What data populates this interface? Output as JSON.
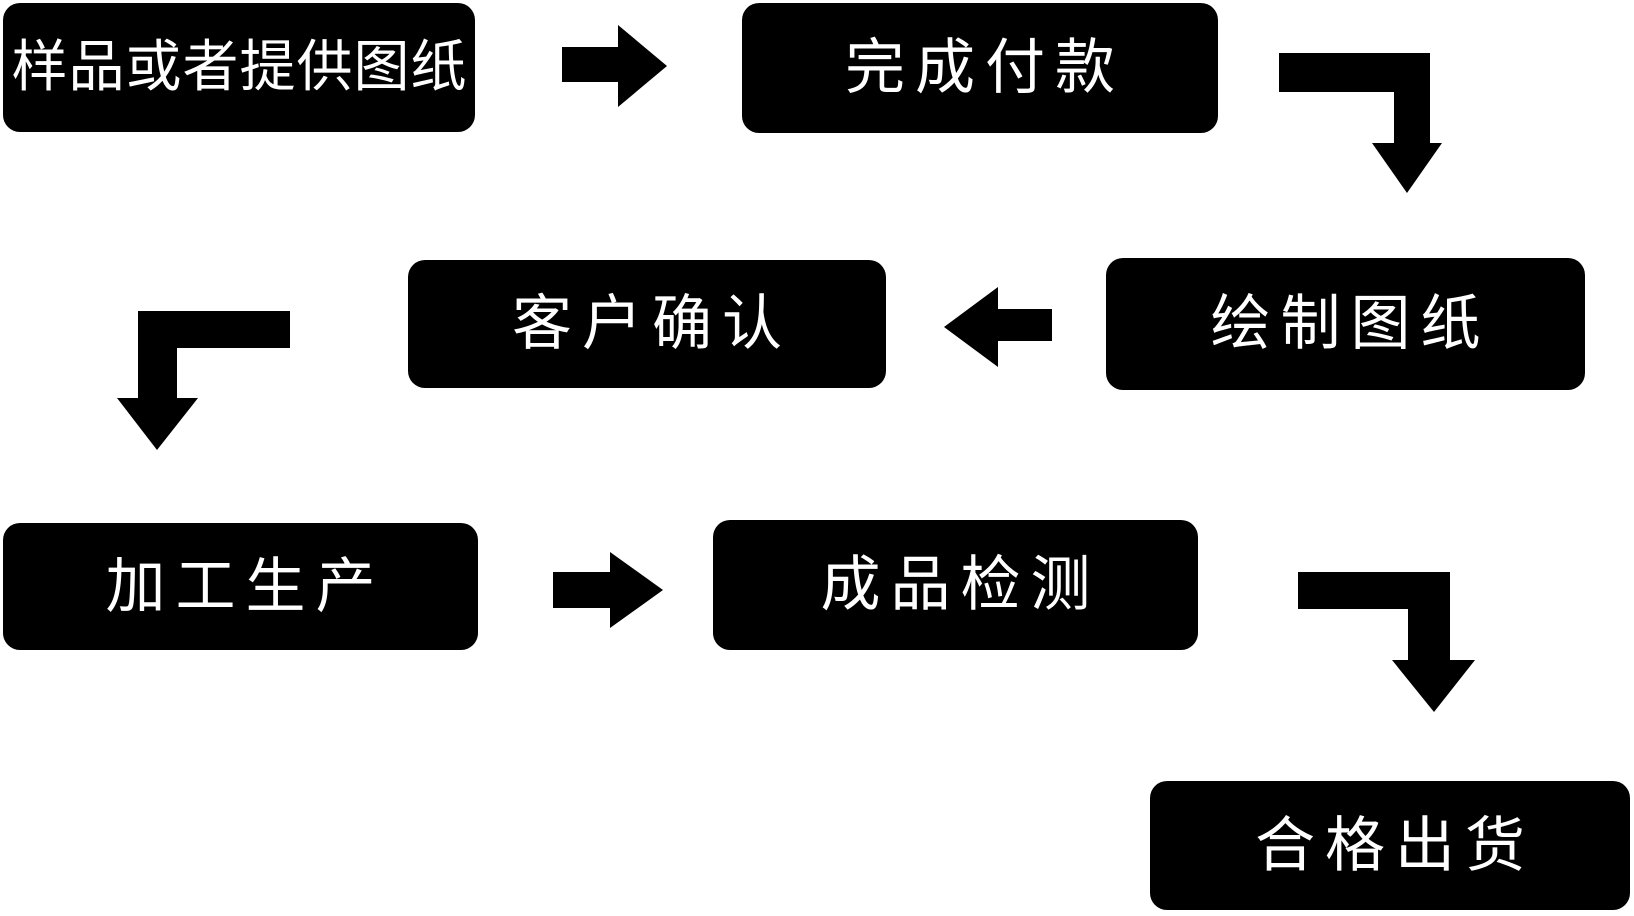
{
  "colors": {
    "background": "#ffffff",
    "node_bg": "#000000",
    "node_text": "#ffffff",
    "arrow_fill": "#000000"
  },
  "nodes": [
    {
      "id": "sample",
      "label": "样品或者提供图纸"
    },
    {
      "id": "payment",
      "label": "完成付款"
    },
    {
      "id": "draw",
      "label": "绘制图纸"
    },
    {
      "id": "confirm",
      "label": "客户确认"
    },
    {
      "id": "production",
      "label": "加工生产"
    },
    {
      "id": "inspection",
      "label": "成品检测"
    },
    {
      "id": "shipment",
      "label": "合格出货"
    }
  ],
  "connections": [
    {
      "from": "sample",
      "to": "payment",
      "shape": "right-arrow"
    },
    {
      "from": "payment",
      "to": "draw",
      "shape": "elbow-right-down-arrow"
    },
    {
      "from": "draw",
      "to": "confirm",
      "shape": "left-arrow"
    },
    {
      "from": "confirm",
      "to": "production",
      "shape": "elbow-left-down-arrow"
    },
    {
      "from": "production",
      "to": "inspection",
      "shape": "right-arrow"
    },
    {
      "from": "inspection",
      "to": "shipment",
      "shape": "elbow-right-down-arrow"
    }
  ]
}
